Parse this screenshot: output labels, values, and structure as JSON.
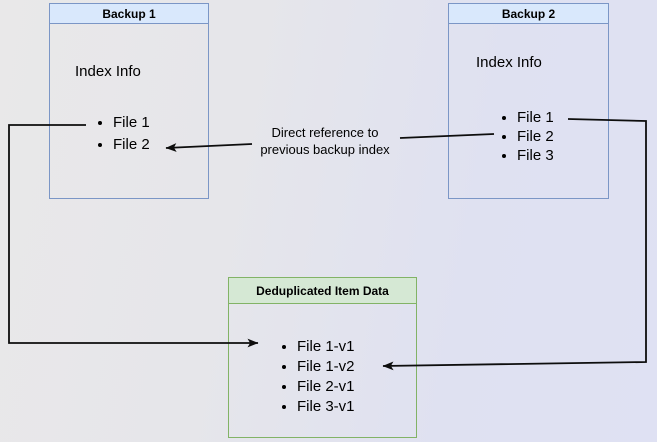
{
  "diagram": {
    "backup1": {
      "title": "Backup 1",
      "info_label": "Index Info",
      "files": [
        "File 1",
        "File 2"
      ]
    },
    "backup2": {
      "title": "Backup 2",
      "info_label": "Index Info",
      "files": [
        "File 1",
        "File 2",
        "File 3"
      ]
    },
    "dedup": {
      "title": "Deduplicated Item Data",
      "files": [
        "File 1-v1",
        "File 1-v2",
        "File 2-v1",
        "File 3-v1"
      ]
    },
    "labels": {
      "direct_reference_line1": "Direct reference to",
      "direct_reference_line2": "previous backup index"
    },
    "colors": {
      "box_blue_fill": "#d9e8fc",
      "box_blue_stroke": "#7b96c6",
      "box_green_fill": "#d5e8d4",
      "box_green_stroke": "#82b366",
      "arrow": "#0d0d0d"
    }
  }
}
